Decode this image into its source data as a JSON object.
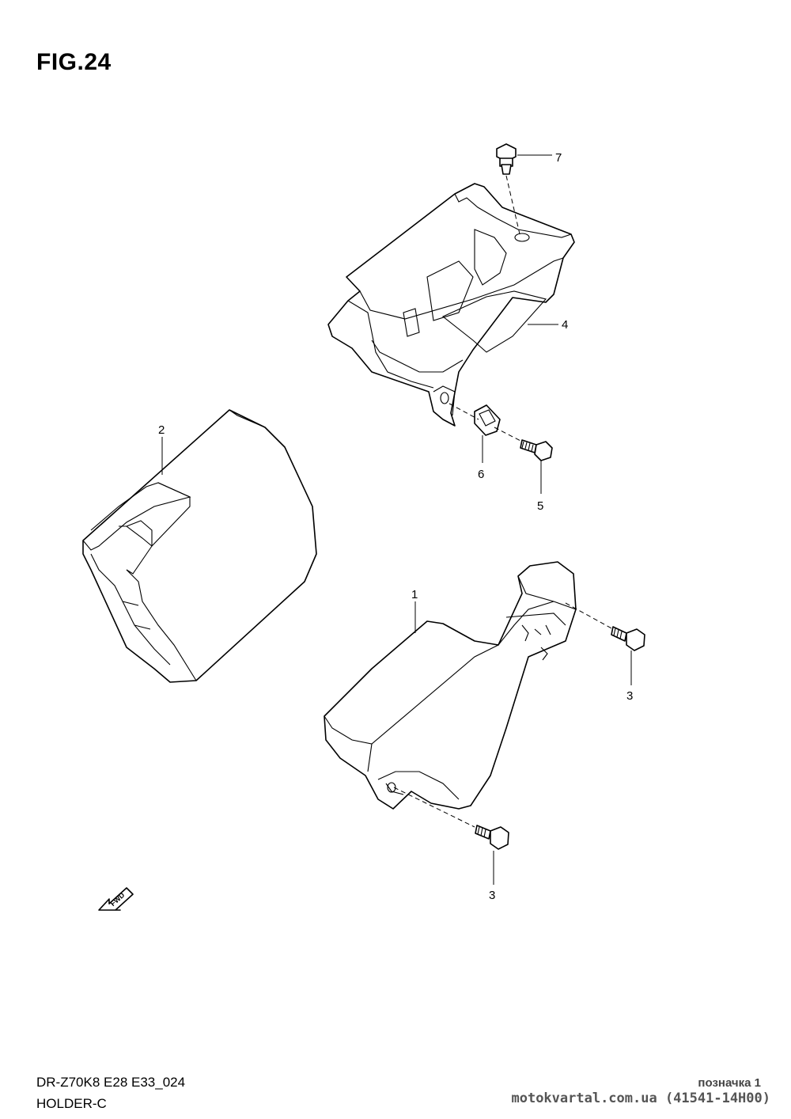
{
  "figure": {
    "title": "FIG.24",
    "model_code": "DR-Z70K8 E28 E33_024",
    "section_name": "HOLDER-C",
    "mark_label": "позначка 1",
    "watermark": "motokvartal.com.ua (41541-14H00)",
    "fwd_label": "FWD"
  },
  "callouts": [
    {
      "id": "1",
      "label": "1"
    },
    {
      "id": "2",
      "label": "2"
    },
    {
      "id": "3a",
      "label": "3"
    },
    {
      "id": "3b",
      "label": "3"
    },
    {
      "id": "4",
      "label": "4"
    },
    {
      "id": "5",
      "label": "5"
    },
    {
      "id": "6",
      "label": "6"
    },
    {
      "id": "7",
      "label": "7"
    }
  ],
  "icons": {
    "fwd_arrow": "fwd-arrow-icon",
    "bolt": "bolt-icon",
    "clip": "clip-nut-icon"
  },
  "colors": {
    "line": "#000000",
    "background": "#ffffff"
  }
}
